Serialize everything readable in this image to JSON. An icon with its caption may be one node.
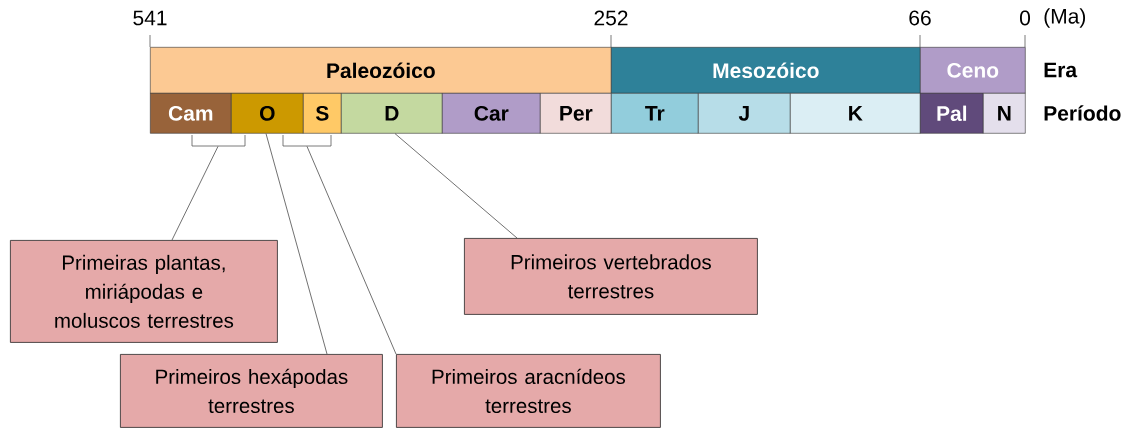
{
  "diagram": {
    "nodes": [
      {
        "text": [
          "Paleozóico"
        ],
        "beside": [
          "541",
          "252"
        ]
      },
      {
        "text": [
          "Mesozóico"
        ]
      },
      {
        "text": [
          "Ceno"
        ],
        "beside": [
          "66",
          "0"
        ]
      },
      {
        "text": [
          "Cam"
        ]
      },
      {
        "text": [
          "O"
        ]
      },
      {
        "text": [
          "S"
        ]
      },
      {
        "text": [
          "D"
        ]
      },
      {
        "text": [
          "Car"
        ]
      },
      {
        "text": [
          "Per"
        ]
      },
      {
        "text": [
          "Tr"
        ]
      },
      {
        "text": [
          "J"
        ]
      },
      {
        "text": [
          "K"
        ]
      },
      {
        "text": [
          "Pal"
        ]
      },
      {
        "text": [
          "N"
        ]
      },
      {
        "text": [
          "Primeiras plantas, miriápodas e moluscos terrestres"
        ]
      },
      {
        "text": [
          "Primeiros hexápodas terrestres"
        ]
      },
      {
        "text": [
          "Primeiros aracnídeos terrestres"
        ]
      },
      {
        "text": [
          "Primeiros vertebrados terrestres"
        ]
      },
      {
        "text": [],
        "shape": "bracket"
      },
      {
        "text": [],
        "shape": "bracket"
      }
    ],
    "edges": [
      {
        "from": 14,
        "to": 18,
        "arrow": "none"
      },
      {
        "from": 15,
        "to": 4,
        "arrow": "none"
      },
      {
        "from": 16,
        "to": 19,
        "arrow": "none"
      },
      {
        "from": 17,
        "to": 6,
        "arrow": "none"
      }
    ],
    "labels": [
      "(Ma)",
      "Era",
      "Período"
    ]
  }
}
